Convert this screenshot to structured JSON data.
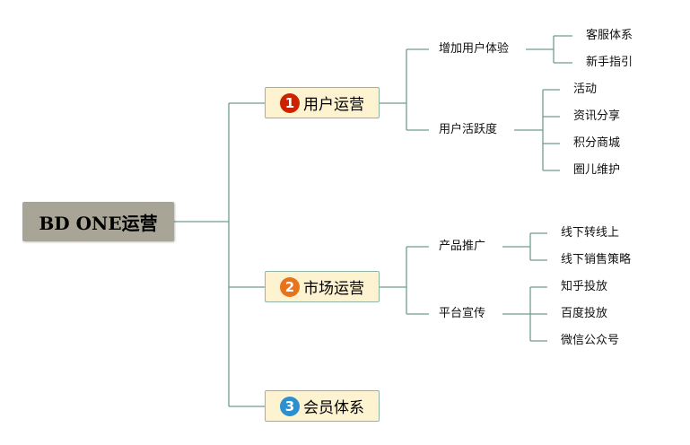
{
  "root": {
    "title": "BD ONE运营"
  },
  "branches": [
    {
      "number": "1",
      "label": "用户运营",
      "badge_color": "#cc2200"
    },
    {
      "number": "2",
      "label": "市场运营",
      "badge_color": "#e8731a"
    },
    {
      "number": "3",
      "label": "会员体系",
      "badge_color": "#2b8fd0"
    }
  ],
  "sub": {
    "b1": [
      {
        "label": "增加用户体验",
        "children": [
          "客服体系",
          "新手指引"
        ]
      },
      {
        "label": "用户活跃度",
        "children": [
          "活动",
          "资讯分享",
          "积分商城",
          "圈儿维护"
        ]
      }
    ],
    "b2": [
      {
        "label": "产品推广",
        "children": [
          "线下转线上",
          "线下销售策略"
        ]
      },
      {
        "label": "平台宣传",
        "children": [
          "知乎投放",
          "百度投放",
          "微信公众号"
        ]
      }
    ]
  },
  "colors": {
    "line": "#6f9d8c",
    "root_bg": "#a8a596",
    "branch_bg": "#fdf3d0"
  }
}
